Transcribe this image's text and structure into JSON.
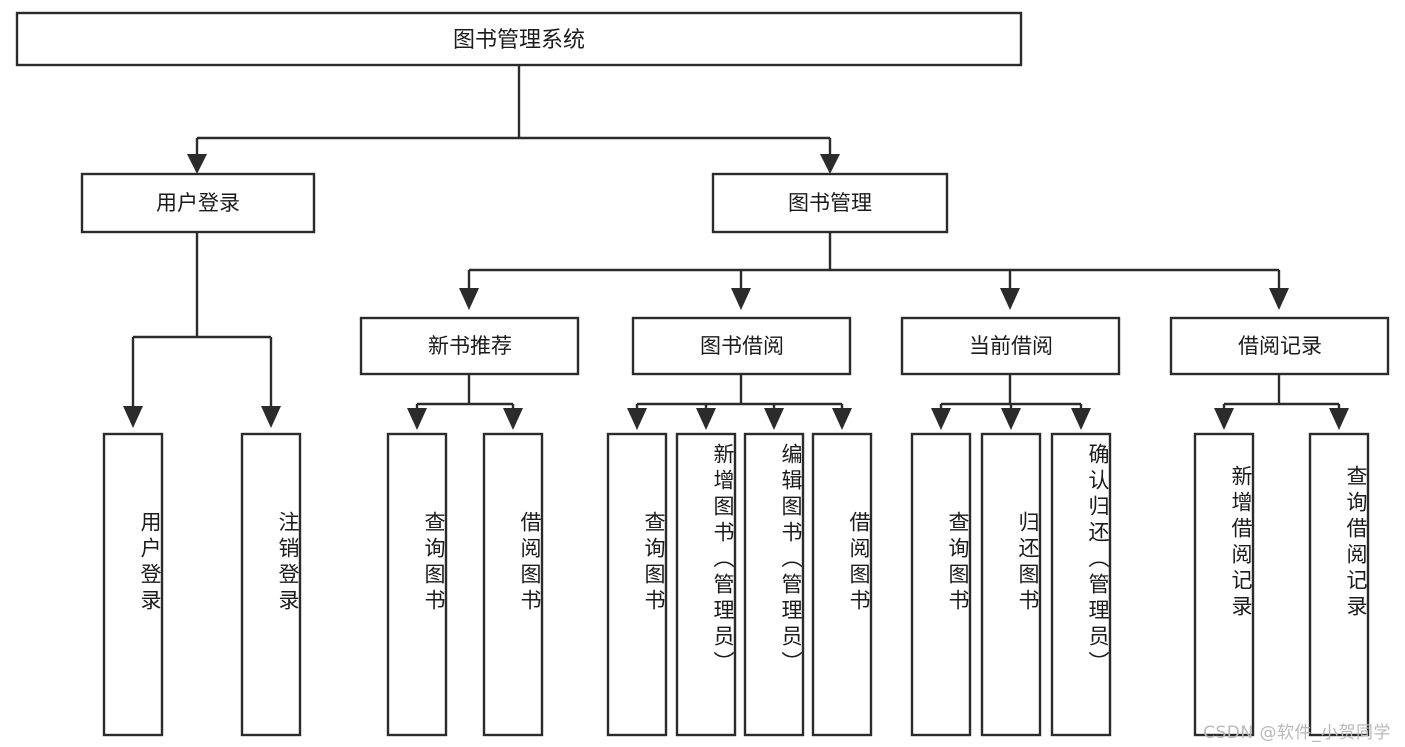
{
  "diagram": {
    "type": "tree",
    "title": "图书管理系统",
    "root": {
      "id": "root",
      "label": "图书管理系统"
    },
    "level1": [
      {
        "id": "user-login",
        "label": "用户登录"
      },
      {
        "id": "book-manage",
        "label": "图书管理"
      }
    ],
    "level2": [
      {
        "id": "new-book-recommend",
        "label": "新书推荐",
        "parent": "book-manage"
      },
      {
        "id": "book-borrow",
        "label": "图书借阅",
        "parent": "book-manage"
      },
      {
        "id": "current-borrow",
        "label": "当前借阅",
        "parent": "book-manage"
      },
      {
        "id": "borrow-record",
        "label": "借阅记录",
        "parent": "book-manage"
      }
    ],
    "leaves": {
      "user-login": [
        {
          "id": "leaf-user-login",
          "label": "用户登录"
        },
        {
          "id": "leaf-logout",
          "label": "注销登录"
        }
      ],
      "new-book-recommend": [
        {
          "id": "leaf-query-book-1",
          "label": "查询图书"
        },
        {
          "id": "leaf-borrow-book-1",
          "label": "借阅图书"
        }
      ],
      "book-borrow": [
        {
          "id": "leaf-query-book-2",
          "label": "查询图书"
        },
        {
          "id": "leaf-add-book",
          "label": "新增图书（管理员）"
        },
        {
          "id": "leaf-edit-book",
          "label": "编辑图书（管理员）"
        },
        {
          "id": "leaf-borrow-book-2",
          "label": "借阅图书"
        }
      ],
      "current-borrow": [
        {
          "id": "leaf-query-book-3",
          "label": "查询图书"
        },
        {
          "id": "leaf-return-book",
          "label": "归还图书"
        },
        {
          "id": "leaf-confirm-return",
          "label": "确认归还（管理员）"
        }
      ],
      "borrow-record": [
        {
          "id": "leaf-add-record",
          "label": "新增借阅记录"
        },
        {
          "id": "leaf-query-record",
          "label": "查询借阅记录"
        }
      ]
    },
    "colors": {
      "stroke": "#2b2b2b",
      "fill": "#ffffff",
      "text": "#1b1b1b",
      "watermark": "#b9b9b9"
    }
  },
  "watermark": {
    "text": "CSDN @软件_小贺同学"
  }
}
